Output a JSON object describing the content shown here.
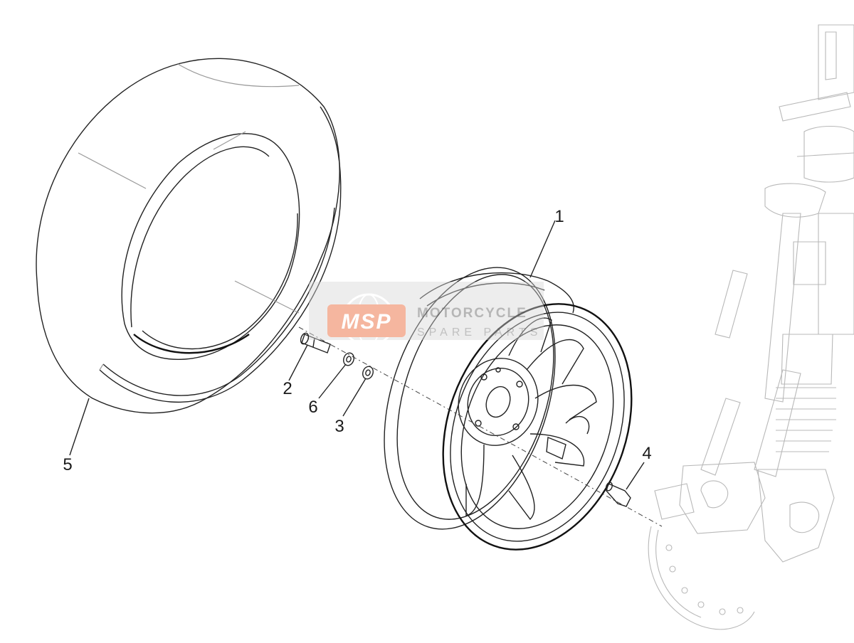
{
  "diagram": {
    "callouts": [
      {
        "id": "1",
        "label": "1"
      },
      {
        "id": "2",
        "label": "2"
      },
      {
        "id": "3",
        "label": "3"
      },
      {
        "id": "4",
        "label": "4"
      },
      {
        "id": "5",
        "label": "5"
      },
      {
        "id": "6",
        "label": "6"
      }
    ],
    "parts": {
      "wheel_rim": "1",
      "bolt": "2",
      "washer": "3",
      "valve": "4",
      "tyre": "5",
      "spacer": "6"
    }
  },
  "watermark": {
    "logo_text": "MSP",
    "title": "MOTORCYCLE",
    "subtitle": "SPARE PARTS",
    "colors": {
      "logo": "#f08a66",
      "text": "#8a8a8a",
      "band": "#d6d6d6"
    }
  }
}
